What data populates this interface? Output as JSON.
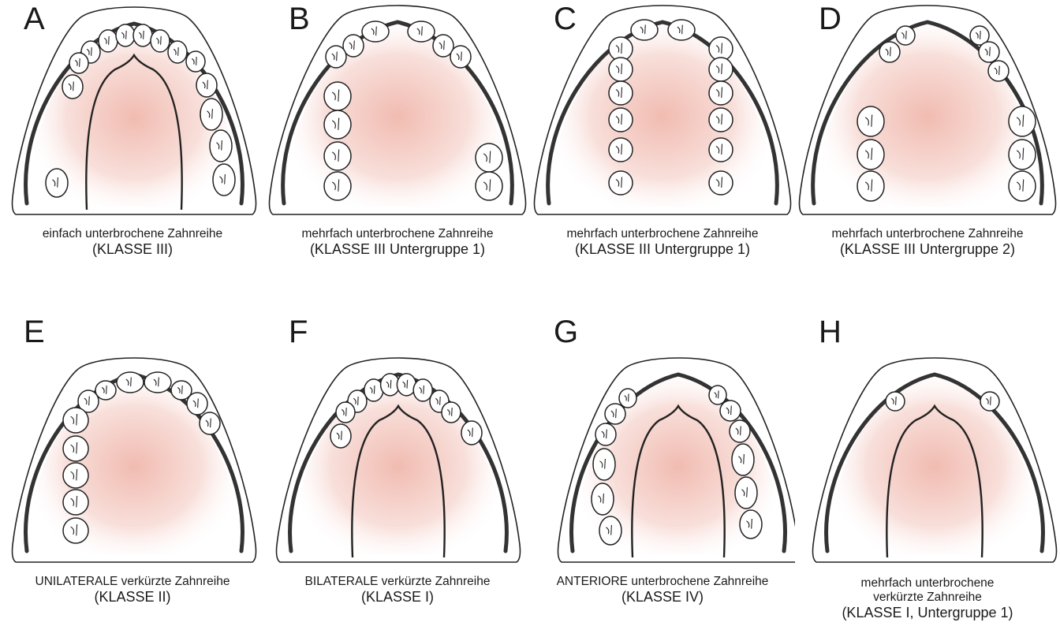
{
  "panels": [
    {
      "letter": "A",
      "lines": [
        "einfach unterbrochene Zahnreihe",
        "(KLASSE III)"
      ]
    },
    {
      "letter": "B",
      "lines": [
        "mehrfach unterbrochene Zahnreihe",
        "(KLASSE III Untergruppe 1)"
      ]
    },
    {
      "letter": "C",
      "lines": [
        "mehrfach unterbrochene Zahnreihe",
        "(KLASSE III Untergruppe 1)"
      ]
    },
    {
      "letter": "D",
      "lines": [
        "mehrfach unterbrochene Zahnreihe",
        "(KLASSE III Untergruppe 2)"
      ]
    },
    {
      "letter": "E",
      "lines": [
        "UNILATERALE verkürzte Zahnreihe",
        "(KLASSE II)"
      ]
    },
    {
      "letter": "F",
      "lines": [
        "BILATERALE verkürzte Zahnreihe",
        "(KLASSE I)"
      ]
    },
    {
      "letter": "G",
      "lines": [
        "ANTERIORE unterbrochene Zahnreihe",
        "(KLASSE IV)"
      ]
    },
    {
      "letter": "H",
      "lines": [
        "mehrfach unterbrochene",
        "verkürzte Zahnreihe",
        "(KLASSE I, Untergruppe 1)"
      ]
    }
  ],
  "colors": {
    "outline": "#222222",
    "gum": "#f0b8ad",
    "gum_fade": "#ffffff"
  }
}
